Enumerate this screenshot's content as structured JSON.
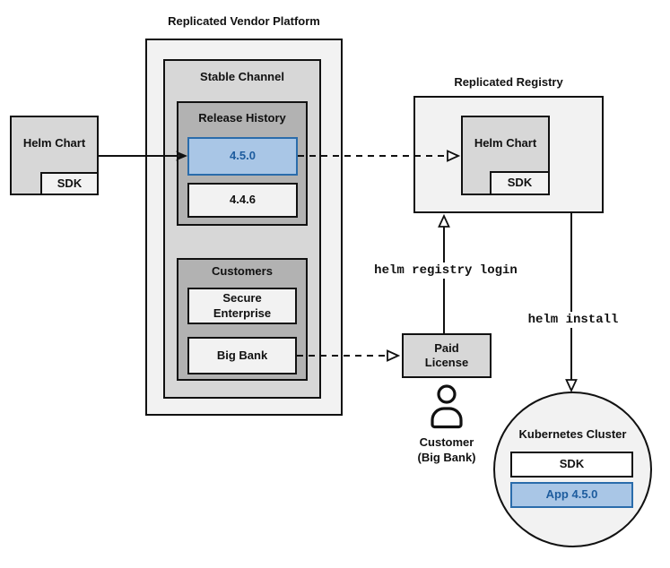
{
  "colors": {
    "highlight_fill": "#a9c6e6",
    "highlight_border": "#2a6cab",
    "highlight_text": "#1d5c9e",
    "line": "#111111",
    "gray_light": "#f2f2f2",
    "gray_mid": "#d7d7d7",
    "gray_dark": "#b2b2b2"
  },
  "source": {
    "helm_chart": "Helm Chart",
    "sdk": "SDK"
  },
  "platform": {
    "title": "Replicated Vendor Platform",
    "stable_channel": "Stable Channel",
    "release_history": "Release History",
    "release_new": "4.5.0",
    "release_old": "4.4.6",
    "customers_title": "Customers",
    "customer_1": "Secure Enterprise",
    "customer_2": "Big Bank"
  },
  "registry": {
    "title": "Replicated Registry",
    "helm_chart": "Helm Chart",
    "sdk": "SDK"
  },
  "license": {
    "label": "Paid License",
    "persona_line1": "Customer",
    "persona_line2": "(Big Bank)"
  },
  "cluster": {
    "title": "Kubernetes Cluster",
    "sdk": "SDK",
    "app": "App 4.5.0"
  },
  "commands": {
    "registry_login": "helm registry login",
    "install": "helm install"
  }
}
